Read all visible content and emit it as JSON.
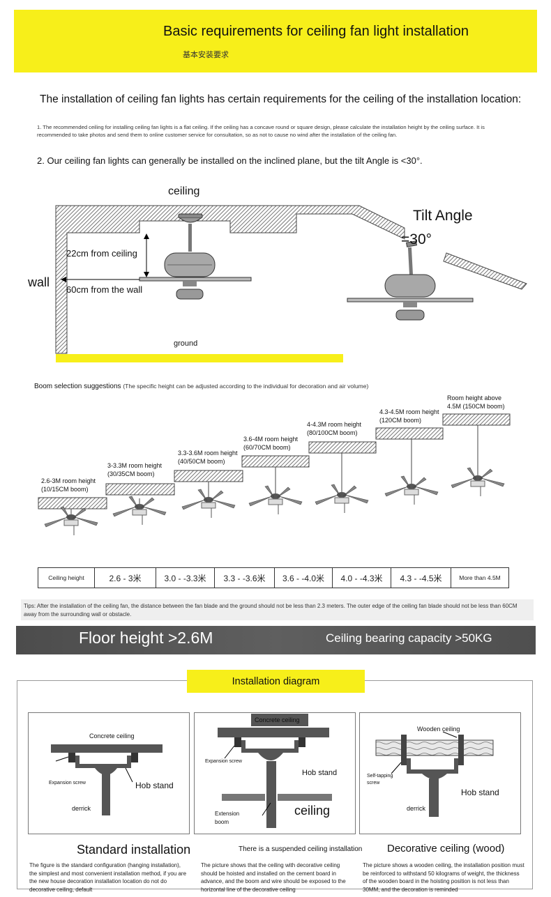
{
  "header": {
    "title": "Basic requirements for ceiling fan light installation",
    "subtitle": "基本安装要求"
  },
  "intro": "The installation of ceiling fan lights has certain requirements for the ceiling of the installation location:",
  "note1": "1. The recommended ceiling for installing ceiling fan lights is a flat ceiling. If the ceiling has a concave round or square design, please calculate the installation height by the ceiling surface. It is recommended to take photos and send them to online customer service for consultation, so as not to cause no wind after the installation of the ceiling fan.",
  "note2": "2. Our ceiling fan lights can generally be installed on the inclined plane, but the tilt Angle is <30°.",
  "diagram": {
    "ceiling": "ceiling",
    "from_ceiling": "22cm from ceiling",
    "wall": "wall",
    "from_wall": "60cm from the wall",
    "ground": "ground",
    "tilt_label": "Tilt Angle",
    "tilt_value": "=30°"
  },
  "boom": {
    "title": "Boom selection suggestions",
    "note": "(The specific height can be adjusted according to the individual for decoration and air volume)",
    "steps": [
      {
        "line1": "2.6-3M room height",
        "line2": "(10/15CM boom)"
      },
      {
        "line1": "3-3.3M room height",
        "line2": "(30/35CM boom)"
      },
      {
        "line1": "3.3-3.6M room height",
        "line2": "(40/50CM boom)"
      },
      {
        "line1": "3.6-4M room height",
        "line2": "(60/70CM boom)"
      },
      {
        "line1": "4-4.3M room height",
        "line2": "(80/100CM boom)"
      },
      {
        "line1": "4.3-4.5M room height",
        "line2": "(120CM boom)"
      },
      {
        "line1": "Room height above",
        "line2": "4.5M (150CM boom)"
      }
    ]
  },
  "height_table": [
    "Ceiling height",
    "2.6 - 3米",
    "3.0 - -3.3米",
    "3.3 - -3.6米",
    "3.6 - -4.0米",
    "4.0 - -4.3米",
    "4.3 - -4.5米",
    "More than 4.5M"
  ],
  "tips": "Tips: After the installation of the ceiling fan, the distance between the fan blade and the ground should not be less than 2.3 meters. The outer edge of the ceiling fan blade should not be less than 60CM away from the surrounding wall or obstacle.",
  "banner": {
    "floor_height": "Floor height >2.6M",
    "bearing": "Ceiling bearing capacity >50KG"
  },
  "install": {
    "title": "Installation diagram",
    "panels": [
      {
        "title": "Standard installation",
        "labels": [
          "Concrete ceiling",
          "Expansion screw",
          "Hob stand",
          "derrick"
        ],
        "desc": "The figure is the standard configuration (hanging installation), the simplest and most convenient installation method, if you are the new house decoration installation location do not do decorative ceiling, default"
      },
      {
        "title": "There is a suspended ceiling installation",
        "labels": [
          "Concrete ceiling",
          "Expansion screw",
          "Hob stand",
          "Extension",
          "boom",
          "ceiling"
        ],
        "desc": "The picture shows that the ceiling with decorative ceiling should be hoisted and installed on the cement board in advance, and the boom and wire should be exposed to the horizontal line of the decorative ceiling"
      },
      {
        "title": "Decorative ceiling (wood)",
        "labels": [
          "Wooden ceiling",
          "Self-tapping",
          "screw",
          "Hob stand",
          "derrick"
        ],
        "desc": "The picture shows a wooden ceiling, the installation position must be reinforced to withstand 50 kilograms of weight, the thickness of the wooden board in the hoisting position is not less than 30MM, and the decoration is reminded"
      }
    ]
  }
}
